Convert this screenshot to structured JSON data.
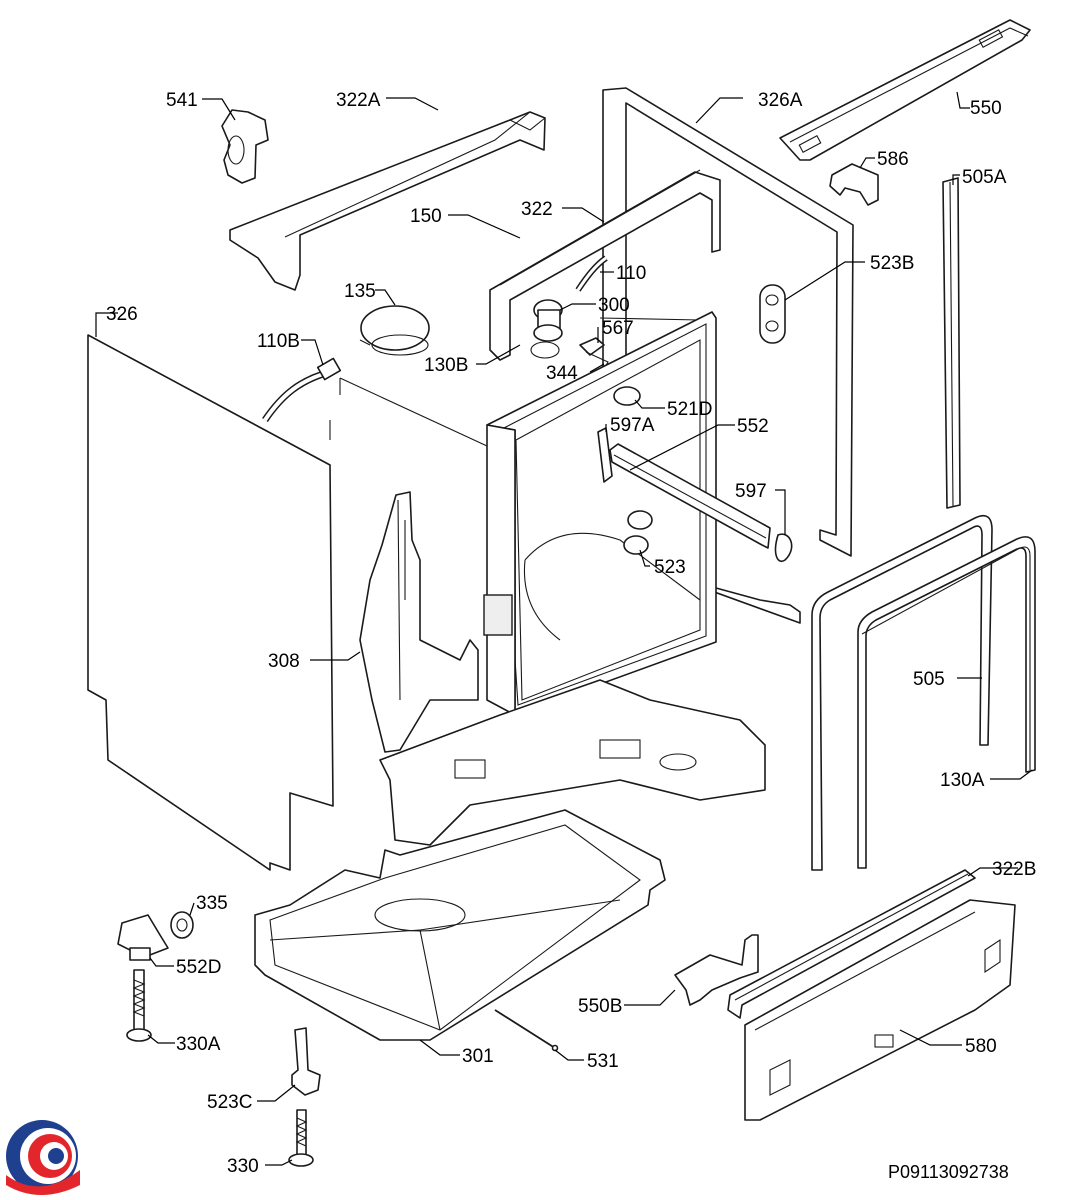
{
  "diagram": {
    "labels": [
      {
        "id": "l541",
        "text": "541"
      },
      {
        "id": "l322a",
        "text": "322A"
      },
      {
        "id": "l326a",
        "text": "326A"
      },
      {
        "id": "l550",
        "text": "550"
      },
      {
        "id": "l586",
        "text": "586"
      },
      {
        "id": "l505a",
        "text": "505A"
      },
      {
        "id": "l150",
        "text": "150"
      },
      {
        "id": "l322",
        "text": "322"
      },
      {
        "id": "l110",
        "text": "110"
      },
      {
        "id": "l523b",
        "text": "523B"
      },
      {
        "id": "l135",
        "text": "135"
      },
      {
        "id": "l300",
        "text": "300"
      },
      {
        "id": "l326",
        "text": "326"
      },
      {
        "id": "l567",
        "text": "567"
      },
      {
        "id": "l110b",
        "text": "110B"
      },
      {
        "id": "l130b",
        "text": "130B"
      },
      {
        "id": "l344",
        "text": "344"
      },
      {
        "id": "l521d",
        "text": "521D"
      },
      {
        "id": "l597a",
        "text": "597A"
      },
      {
        "id": "l552",
        "text": "552"
      },
      {
        "id": "l597",
        "text": "597"
      },
      {
        "id": "l523",
        "text": "523"
      },
      {
        "id": "l308",
        "text": "308"
      },
      {
        "id": "l505",
        "text": "505"
      },
      {
        "id": "l130a",
        "text": "130A"
      },
      {
        "id": "l322b",
        "text": "322B"
      },
      {
        "id": "l335",
        "text": "335"
      },
      {
        "id": "l552d",
        "text": "552D"
      },
      {
        "id": "l550b",
        "text": "550B"
      },
      {
        "id": "l580",
        "text": "580"
      },
      {
        "id": "l330a",
        "text": "330A"
      },
      {
        "id": "l301",
        "text": "301"
      },
      {
        "id": "l531",
        "text": "531"
      },
      {
        "id": "l523c",
        "text": "523C"
      },
      {
        "id": "l330",
        "text": "330"
      }
    ],
    "drawing_code": "P09113092738",
    "colors": {
      "line": "#1a1a1a",
      "logo_blue": "#1f3f8f",
      "logo_red": "#e3262b"
    }
  }
}
